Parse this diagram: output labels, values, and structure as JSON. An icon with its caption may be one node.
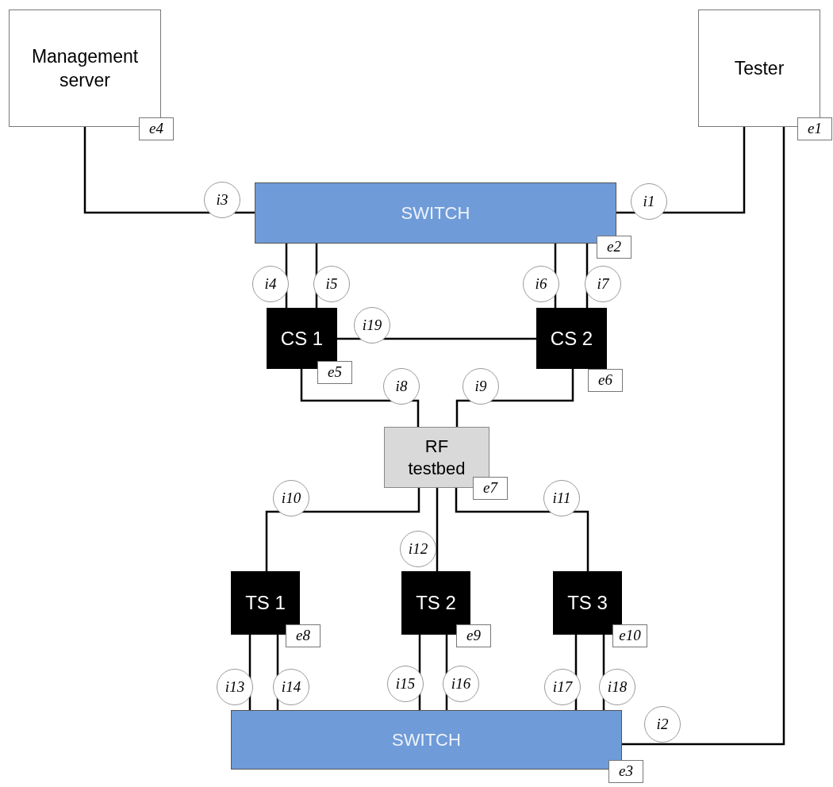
{
  "diagram": {
    "nodes": [
      {
        "text": [
          "Management server"
        ],
        "beside": [
          "e4"
        ]
      },
      {
        "text": [
          "Tester"
        ],
        "beside": [
          "e1"
        ]
      },
      {
        "text": [
          "SWITCH"
        ],
        "beside": [
          "e2"
        ]
      },
      {
        "text": [
          "CS 1"
        ],
        "beside": [
          "e5"
        ]
      },
      {
        "text": [
          "CS 2"
        ],
        "beside": [
          "e6"
        ]
      },
      {
        "text": [
          "RF testbed"
        ],
        "beside": [
          "e7"
        ]
      },
      {
        "text": [
          "TS 1"
        ],
        "beside": [
          "e8"
        ]
      },
      {
        "text": [
          "TS 2"
        ],
        "beside": [
          "e9"
        ]
      },
      {
        "text": [
          "TS 3"
        ],
        "beside": [
          "e10"
        ]
      },
      {
        "text": [
          "SWITCH"
        ],
        "beside": [
          "e3"
        ]
      }
    ],
    "edges": [
      {
        "from": 1,
        "to": 2,
        "arrow": "none",
        "label": "i1"
      },
      {
        "from": 1,
        "to": 9,
        "arrow": "none",
        "label": "i2"
      },
      {
        "from": 0,
        "to": 2,
        "arrow": "none",
        "label": "i3"
      },
      {
        "from": 2,
        "to": 3,
        "arrow": "none",
        "label": "i4"
      },
      {
        "from": 2,
        "to": 3,
        "arrow": "none",
        "label": "i5"
      },
      {
        "from": 2,
        "to": 4,
        "arrow": "none",
        "label": "i6"
      },
      {
        "from": 2,
        "to": 4,
        "arrow": "none",
        "label": "i7"
      },
      {
        "from": 3,
        "to": 5,
        "arrow": "none",
        "label": "i8"
      },
      {
        "from": 4,
        "to": 5,
        "arrow": "none",
        "label": "i9"
      },
      {
        "from": 5,
        "to": 6,
        "arrow": "none",
        "label": "i10"
      },
      {
        "from": 5,
        "to": 8,
        "arrow": "none",
        "label": "i11"
      },
      {
        "from": 5,
        "to": 7,
        "arrow": "none",
        "label": "i12"
      },
      {
        "from": 6,
        "to": 9,
        "arrow": "none",
        "label": "i13"
      },
      {
        "from": 6,
        "to": 9,
        "arrow": "none",
        "label": "i14"
      },
      {
        "from": 7,
        "to": 9,
        "arrow": "none",
        "label": "i15"
      },
      {
        "from": 7,
        "to": 9,
        "arrow": "none",
        "label": "i16"
      },
      {
        "from": 8,
        "to": 9,
        "arrow": "none",
        "label": "i17"
      },
      {
        "from": 8,
        "to": 9,
        "arrow": "none",
        "label": "i18"
      },
      {
        "from": 3,
        "to": 4,
        "arrow": "none",
        "label": "i19"
      }
    ]
  }
}
